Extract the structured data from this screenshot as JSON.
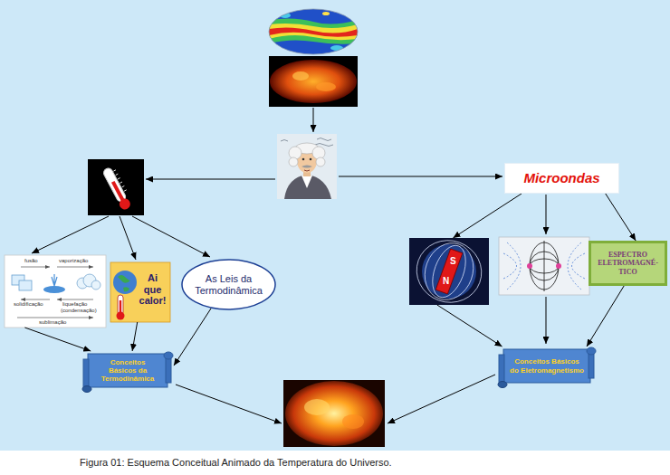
{
  "diagram": {
    "caption": "Figura 01: Esquema Conceitual Animado da Temperatura do Universo.",
    "nodes": [
      {
        "text": [
          "Microondas"
        ]
      },
      {
        "text": [
          "fusão",
          "vaporização",
          "solidificação",
          "liquefação",
          "(condensação)",
          "sublimação"
        ]
      },
      {
        "text": [
          "Ai que calor!"
        ]
      },
      {
        "text": [
          "As Leis da Termodinâmica"
        ]
      },
      {
        "text": [
          "S",
          "N"
        ]
      },
      {
        "text": [
          "ESPECTRO ELETROMAGNÉ-TICO"
        ]
      },
      {
        "text": [
          "Conceitos Básicos da Termodinâmica"
        ]
      },
      {
        "text": [
          "Conceitos Básicos do Eletromagnetismo"
        ]
      }
    ],
    "edges": [
      {
        "from": 0,
        "to": 4,
        "arrow": "to"
      },
      {
        "from": 0,
        "to": 5,
        "arrow": "to"
      },
      {
        "from": 1,
        "to": 6,
        "arrow": "to"
      },
      {
        "from": 2,
        "to": 6,
        "arrow": "to"
      },
      {
        "from": 3,
        "to": 6,
        "arrow": "to"
      },
      {
        "from": 4,
        "to": 7,
        "arrow": "to"
      },
      {
        "from": 5,
        "to": 7,
        "arrow": "to"
      }
    ]
  }
}
